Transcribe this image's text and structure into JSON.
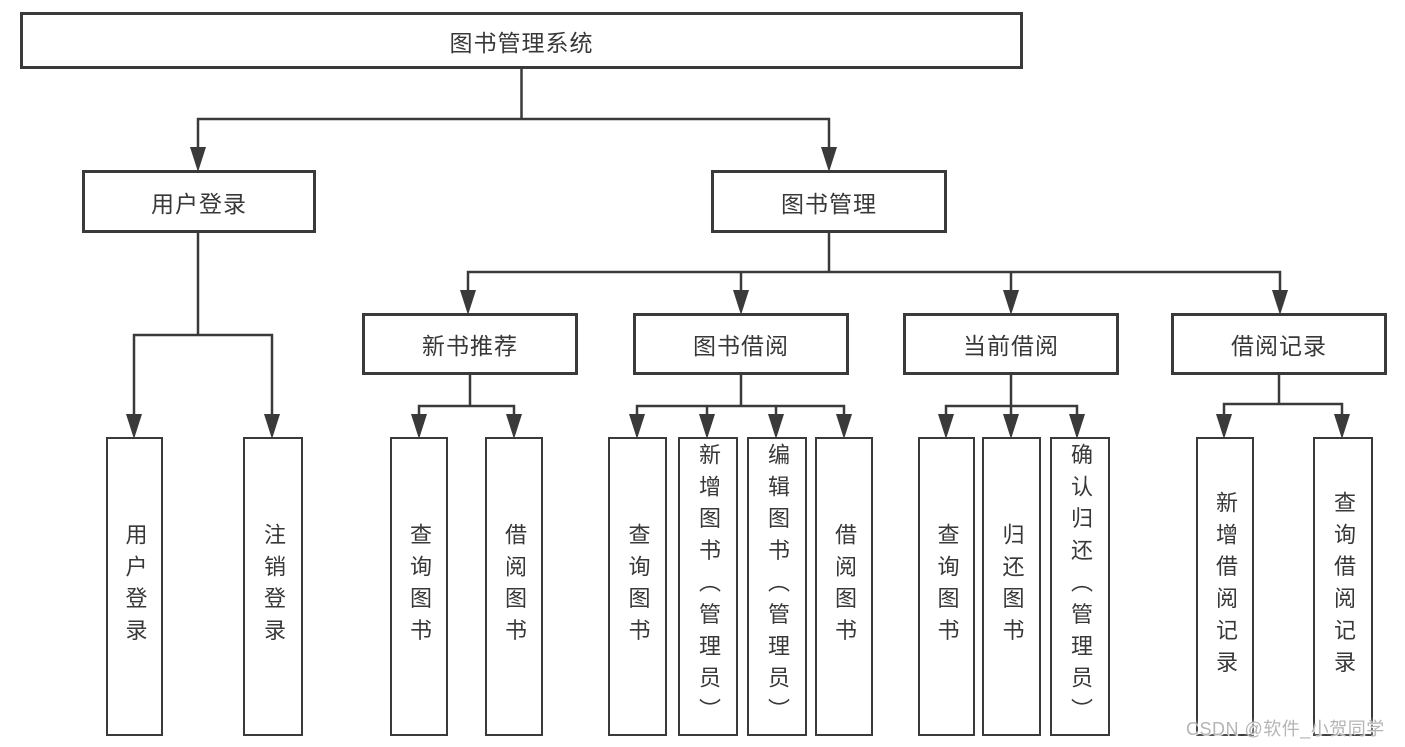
{
  "nodes": {
    "root": "图书管理系统",
    "user_login": "用户登录",
    "book_mgmt": "图书管理",
    "new_book": "新书推荐",
    "book_borrow": "图书借阅",
    "current_borrow": "当前借阅",
    "borrow_record": "借阅记录"
  },
  "leaves": {
    "user_login": [
      "用户登录",
      "注销登录"
    ],
    "new_book": [
      "查询图书",
      "借阅图书"
    ],
    "book_borrow": [
      "查询图书",
      "新增图书（管理员）",
      "编辑图书（管理员）",
      "借阅图书"
    ],
    "current_borrow": [
      "查询图书",
      "归还图书",
      "确认归还（管理员）"
    ],
    "borrow_record": [
      "新增借阅记录",
      "查询借阅记录"
    ]
  },
  "watermark": "CSDN @软件_小贺同学",
  "colors": {
    "line": "#3a3a3a",
    "text": "#383838",
    "background": "#ffffff",
    "watermark": "#b5b5b5"
  }
}
